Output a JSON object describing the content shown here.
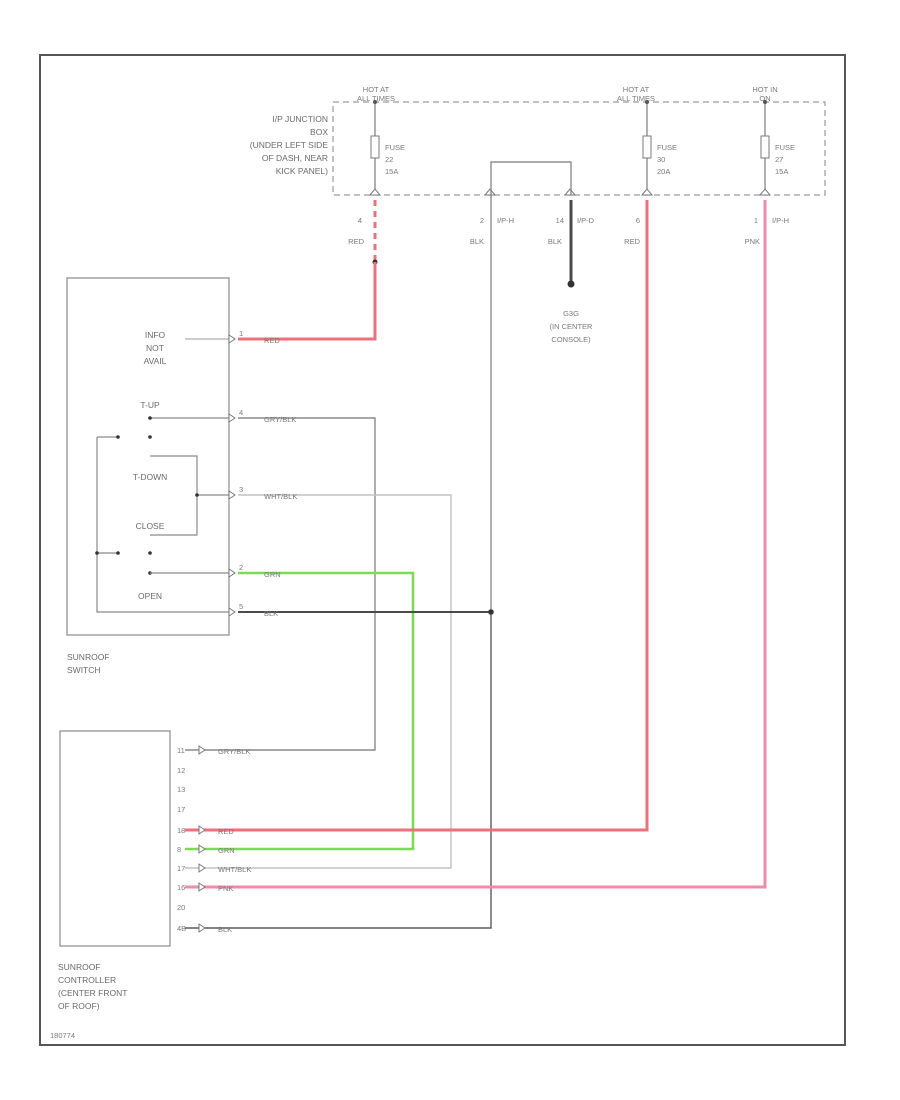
{
  "colors": {
    "frame": "#555555",
    "red_wire": "#ef6f7a",
    "pink_wire": "#f08aa8",
    "green_wire": "#7ed957",
    "gry_blk_wire": "#8a8a8a",
    "wht_blk_wire": "#c2c2c2",
    "blk_wire": "#4a4a4a",
    "dashed_box": "#9a9a9a",
    "text": "#6a6a6a"
  },
  "power": {
    "hot1": [
      "HOT AT",
      "ALL TIMES"
    ],
    "hot2": [
      "HOT AT",
      "ALL TIMES"
    ],
    "hot3": [
      "HOT IN",
      "ON"
    ],
    "jbox": [
      "I/P JUNCTION",
      "BOX",
      "(UNDER LEFT SIDE",
      "OF DASH, NEAR",
      "KICK PANEL)"
    ],
    "fuse1": [
      "FUSE",
      "22",
      "15A"
    ],
    "fuse2": [
      "FUSE",
      "30",
      "20A"
    ],
    "fuse3": [
      "FUSE",
      "27",
      "15A"
    ]
  },
  "connectors": {
    "c1_pin": "4",
    "c1_wire": "RED",
    "c2_pin": "2",
    "c2_id": "I/P-H",
    "c2_wire": "BLK",
    "c3_pin": "14",
    "c3_id": "I/P-D",
    "c3_wire": "BLK",
    "c4_pin": "6",
    "c4_wire": "RED",
    "c5_pin": "1",
    "c5_id": "I/P-H",
    "c5_wire": "PNK"
  },
  "ground": {
    "id": "G3G",
    "location": [
      "(IN CENTER",
      "CONSOLE)"
    ]
  },
  "switch": {
    "name": [
      "SUNROOF",
      "SWITCH"
    ],
    "info": [
      "INFO",
      "NOT",
      "AVAIL"
    ],
    "pos_tup": "T-UP",
    "pos_tdown": "T-DOWN",
    "pos_close": "CLOSE",
    "pos_open": "OPEN",
    "pins": [
      {
        "pin": "1",
        "wire": "RED"
      },
      {
        "pin": "4",
        "wire": "GRY/BLK"
      },
      {
        "pin": "3",
        "wire": "WHT/BLK"
      },
      {
        "pin": "2",
        "wire": "GRN"
      },
      {
        "pin": "5",
        "wire": "BLK"
      }
    ]
  },
  "controller": {
    "name": [
      "SUNROOF",
      "CONTROLLER",
      "(CENTER FRONT",
      "OF ROOF)"
    ],
    "pins": [
      {
        "pin": "11",
        "wire": "GRY/BLK"
      },
      {
        "pin": "12",
        "wire": ""
      },
      {
        "pin": "13",
        "wire": ""
      },
      {
        "pin": "17",
        "wire": ""
      },
      {
        "pin": "18",
        "wire": "RED"
      },
      {
        "pin": "8",
        "wire": "GRN"
      },
      {
        "pin": "17",
        "wire": "WHT/BLK"
      },
      {
        "pin": "16",
        "wire": "PNK"
      },
      {
        "pin": "20",
        "wire": ""
      },
      {
        "pin": "4B",
        "wire": "BLK"
      }
    ]
  },
  "footer_code": "180774"
}
